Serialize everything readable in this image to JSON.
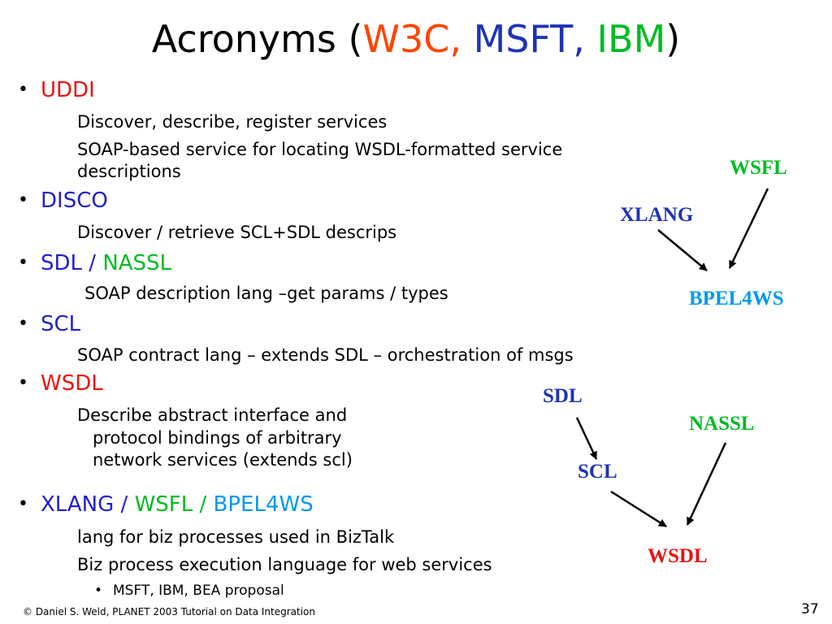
{
  "title": {
    "prefix": "Acronyms (",
    "w3c": "W3C,",
    "msft": "MSFT,",
    "ibm": "IBM",
    "suffix": ")"
  },
  "items": {
    "uddi": {
      "label": "UDDI",
      "sub1": "Discover, describe, register services",
      "sub2a": "SOAP-based service for locating WSDL-formatted service",
      "sub2b": "descriptions"
    },
    "disco": {
      "label": "DISCO",
      "sub1": "Discover / retrieve SCL+SDL descrips"
    },
    "sdl": {
      "label1": "SDL /",
      "label2": "NASSL",
      "sub1": "SOAP description lang –get params / types"
    },
    "scl": {
      "label": "SCL",
      "sub1": "SOAP contract lang – extends SDL – orchestration of msgs"
    },
    "wsdl": {
      "label": "WSDL",
      "sub1a": "Describe abstract interface and",
      "sub1b": "protocol bindings of arbitrary",
      "sub1c": "network services (extends scl)"
    },
    "xlang": {
      "label1": "XLANG /",
      "label2": "WSFL /",
      "label3": "BPEL4WS",
      "sub1": "lang for biz processes used in BizTalk",
      "sub2": "Biz process execution language for web services",
      "sub3": "MSFT, IBM, BEA proposal"
    }
  },
  "diagram": {
    "wsfl": "WSFL",
    "xlang": "XLANG",
    "bpel": "BPEL4WS",
    "sdl": "SDL",
    "nassl": "NASSL",
    "scl": "SCL",
    "wsdl": "WSDL"
  },
  "footer": "© Daniel S. Weld,  PLANET 2003 Tutorial on Data Integration",
  "page_number": "37",
  "bullet_char": "•"
}
